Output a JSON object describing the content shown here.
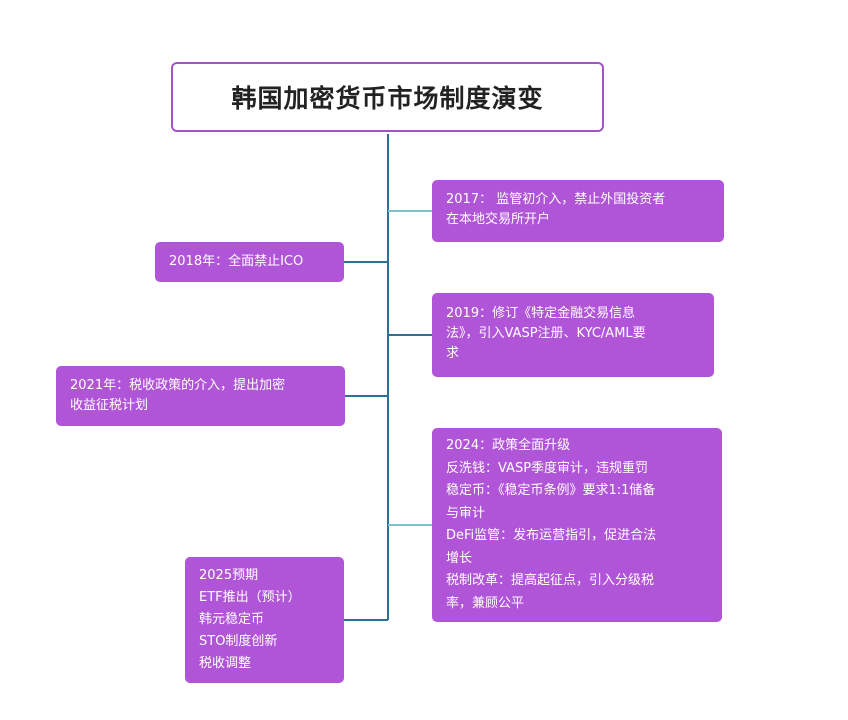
{
  "title": "韩国加密货币市场制度演变",
  "nodes": {
    "n2017": {
      "lines": [
        "2017： 监管初介入，禁止外国投资者",
        "在本地交易所开户"
      ]
    },
    "n2018": {
      "lines": [
        "2018年：全面禁止ICO"
      ]
    },
    "n2019": {
      "lines": [
        "2019：修订《特定金融交易信息",
        "法》，引入VASP注册、KYC/AML要",
        "求"
      ]
    },
    "n2021": {
      "lines": [
        "2021年：税收政策的介入，提出加密",
        "收益征税计划"
      ]
    },
    "n2024": {
      "lines": [
        "2024：政策全面升级",
        "反洗钱：VASP季度审计，违规重罚",
        "稳定币：《稳定币条例》要求1:1储备",
        "与审计",
        "DeFi监管：发布运营指引，促进合法",
        "增长",
        "税制改革：提高起征点，引入分级税",
        "率，兼顾公平"
      ]
    },
    "n2025": {
      "lines": [
        "2025预期",
        "ETF推出（预计）",
        "韩元稳定币",
        "STO制度创新",
        "税收调整"
      ]
    }
  },
  "colors": {
    "node_fill": "#b155d8",
    "title_border": "#a552c9",
    "trunk": "#2e6f96",
    "branch_right": "#7ac3cf",
    "branch_left": "#2e6f96"
  }
}
